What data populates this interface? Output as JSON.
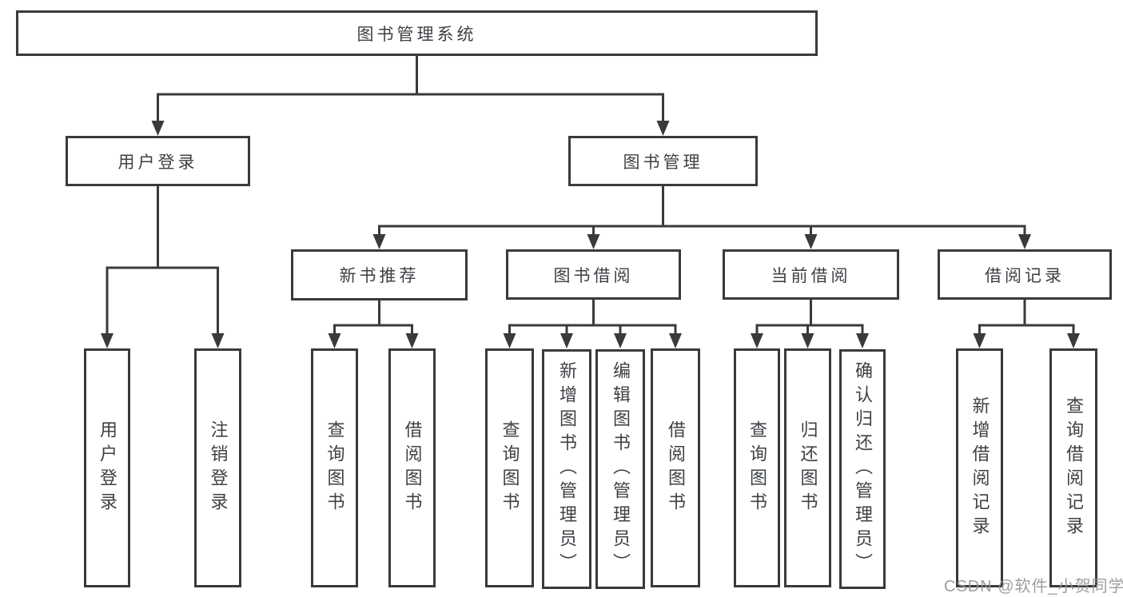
{
  "diagram": {
    "root": {
      "label": "图书管理系统"
    },
    "branches": [
      {
        "label": "用户登录",
        "children": [
          {
            "label": "用户登录"
          },
          {
            "label": "注销登录"
          }
        ]
      },
      {
        "label": "图书管理",
        "children": [
          {
            "label": "新书推荐",
            "children": [
              {
                "label": "查询图书"
              },
              {
                "label": "借阅图书"
              }
            ]
          },
          {
            "label": "图书借阅",
            "children": [
              {
                "label": "查询图书"
              },
              {
                "label": "新增图书（管理员）"
              },
              {
                "label": "编辑图书（管理员）"
              },
              {
                "label": "借阅图书"
              }
            ]
          },
          {
            "label": "当前借阅",
            "children": [
              {
                "label": "查询图书"
              },
              {
                "label": "归还图书"
              },
              {
                "label": "确认归还（管理员）"
              }
            ]
          },
          {
            "label": "借阅记录",
            "children": [
              {
                "label": "新增借阅记录"
              },
              {
                "label": "查询借阅记录"
              }
            ]
          }
        ]
      }
    ],
    "colors": {
      "line": "#3a3a3a",
      "text": "#3d4145",
      "background": "#ffffff",
      "watermark": "#969698"
    }
  },
  "watermark": {
    "text": "CSDN @软件_小贺同学"
  }
}
